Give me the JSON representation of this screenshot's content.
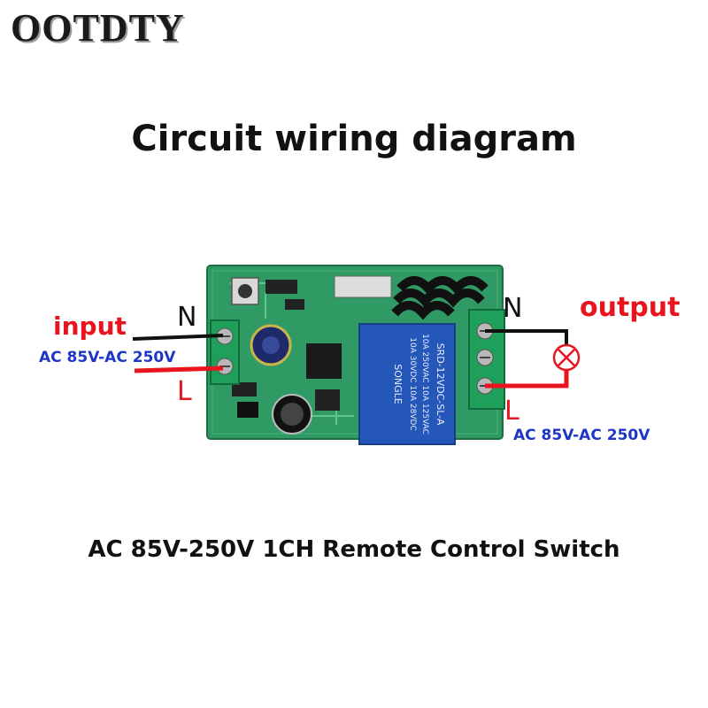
{
  "brand": {
    "name": "OOTDTY"
  },
  "title": "Circuit wiring diagram",
  "labels": {
    "input": "input",
    "output": "output",
    "input_voltage": "AC 85V-AC 250V",
    "output_voltage": "AC 85V-AC 250V",
    "input_n": "N",
    "input_l": "L",
    "output_n": "N",
    "output_l": "L"
  },
  "footer": "AC 85V-250V 1CH Remote Control Switch",
  "colors": {
    "pcb": "#2f9a63",
    "terminal": "#1fa05a",
    "relay": "#2457b8",
    "wire_live": "#e8141e",
    "wire_neutral": "#111111",
    "voltage_text": "#1d36c8"
  },
  "icons": [
    "lamp-icon",
    "antenna-coil-icon"
  ]
}
